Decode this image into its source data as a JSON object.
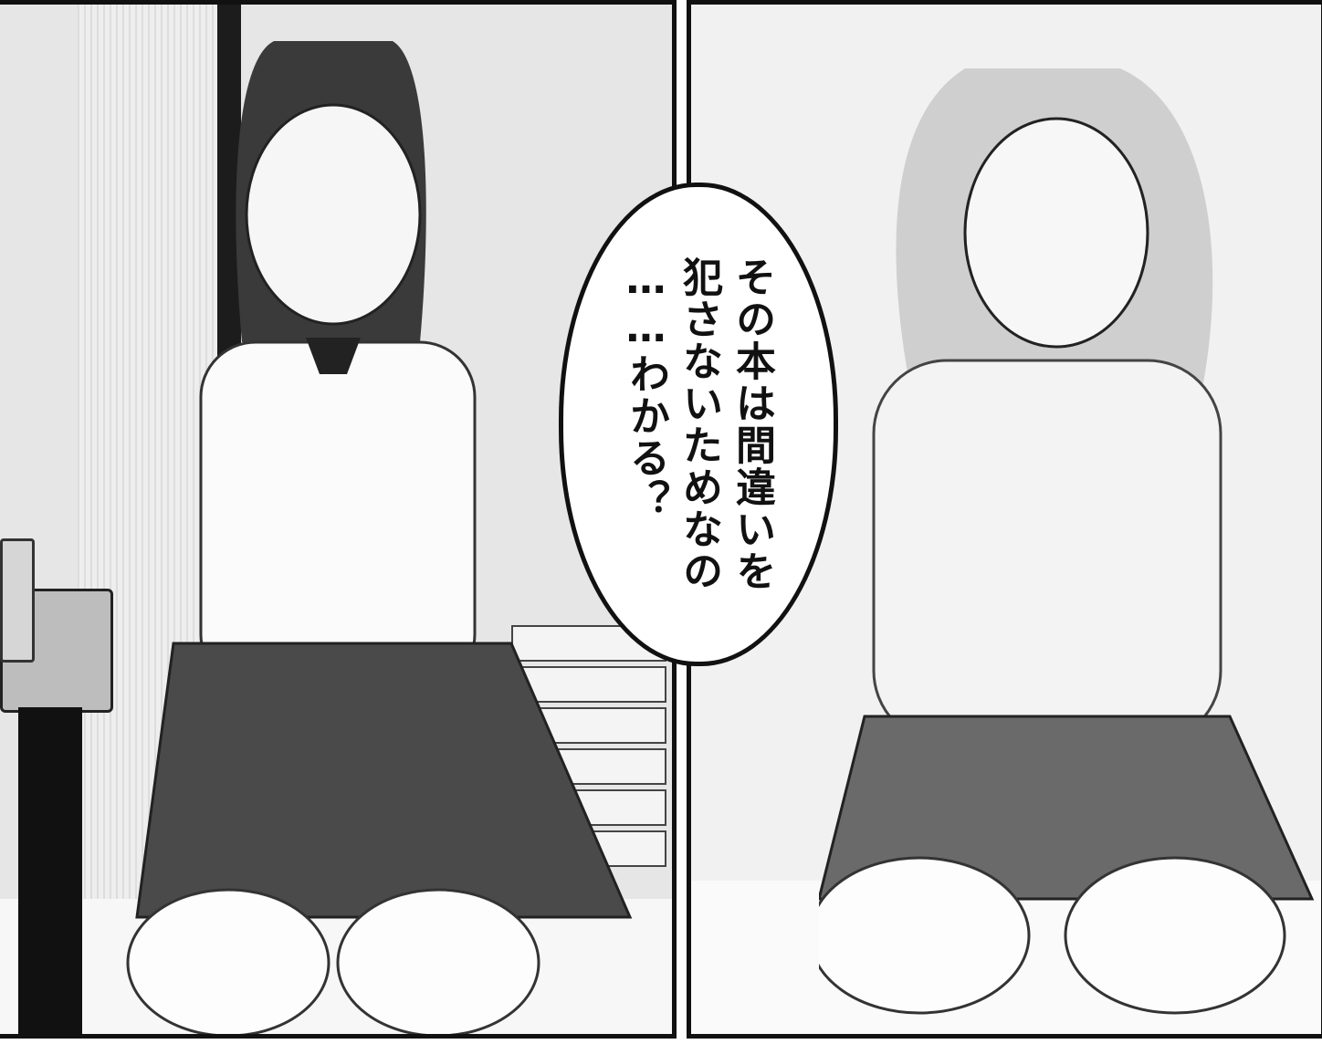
{
  "speech_bubble": {
    "lines": [
      "その本は間違いを",
      "犯さないためなの",
      "……わかる？"
    ]
  },
  "panels": [
    {
      "name": "left-panel",
      "figure": "schoolgirl-seated"
    },
    {
      "name": "right-panel",
      "figure": "seated-figure"
    }
  ]
}
